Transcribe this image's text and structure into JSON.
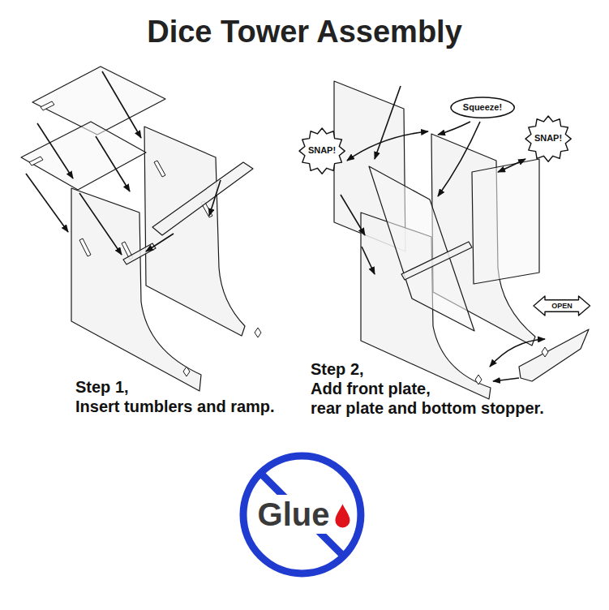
{
  "diagram": {
    "title": "Dice Tower Assembly",
    "nodes": [
      {
        "text": [
          "SNAP!"
        ]
      },
      {
        "text": [
          "Squeeze!"
        ]
      },
      {
        "text": [
          "SNAP!"
        ]
      },
      {
        "text": [
          "OPEN"
        ]
      },
      {
        "text": [
          "Glue"
        ]
      }
    ],
    "labels": [
      "Step 1, Insert tumblers and ramp.",
      "Step 2, Add front plate, rear plate and bottom stopper."
    ]
  }
}
